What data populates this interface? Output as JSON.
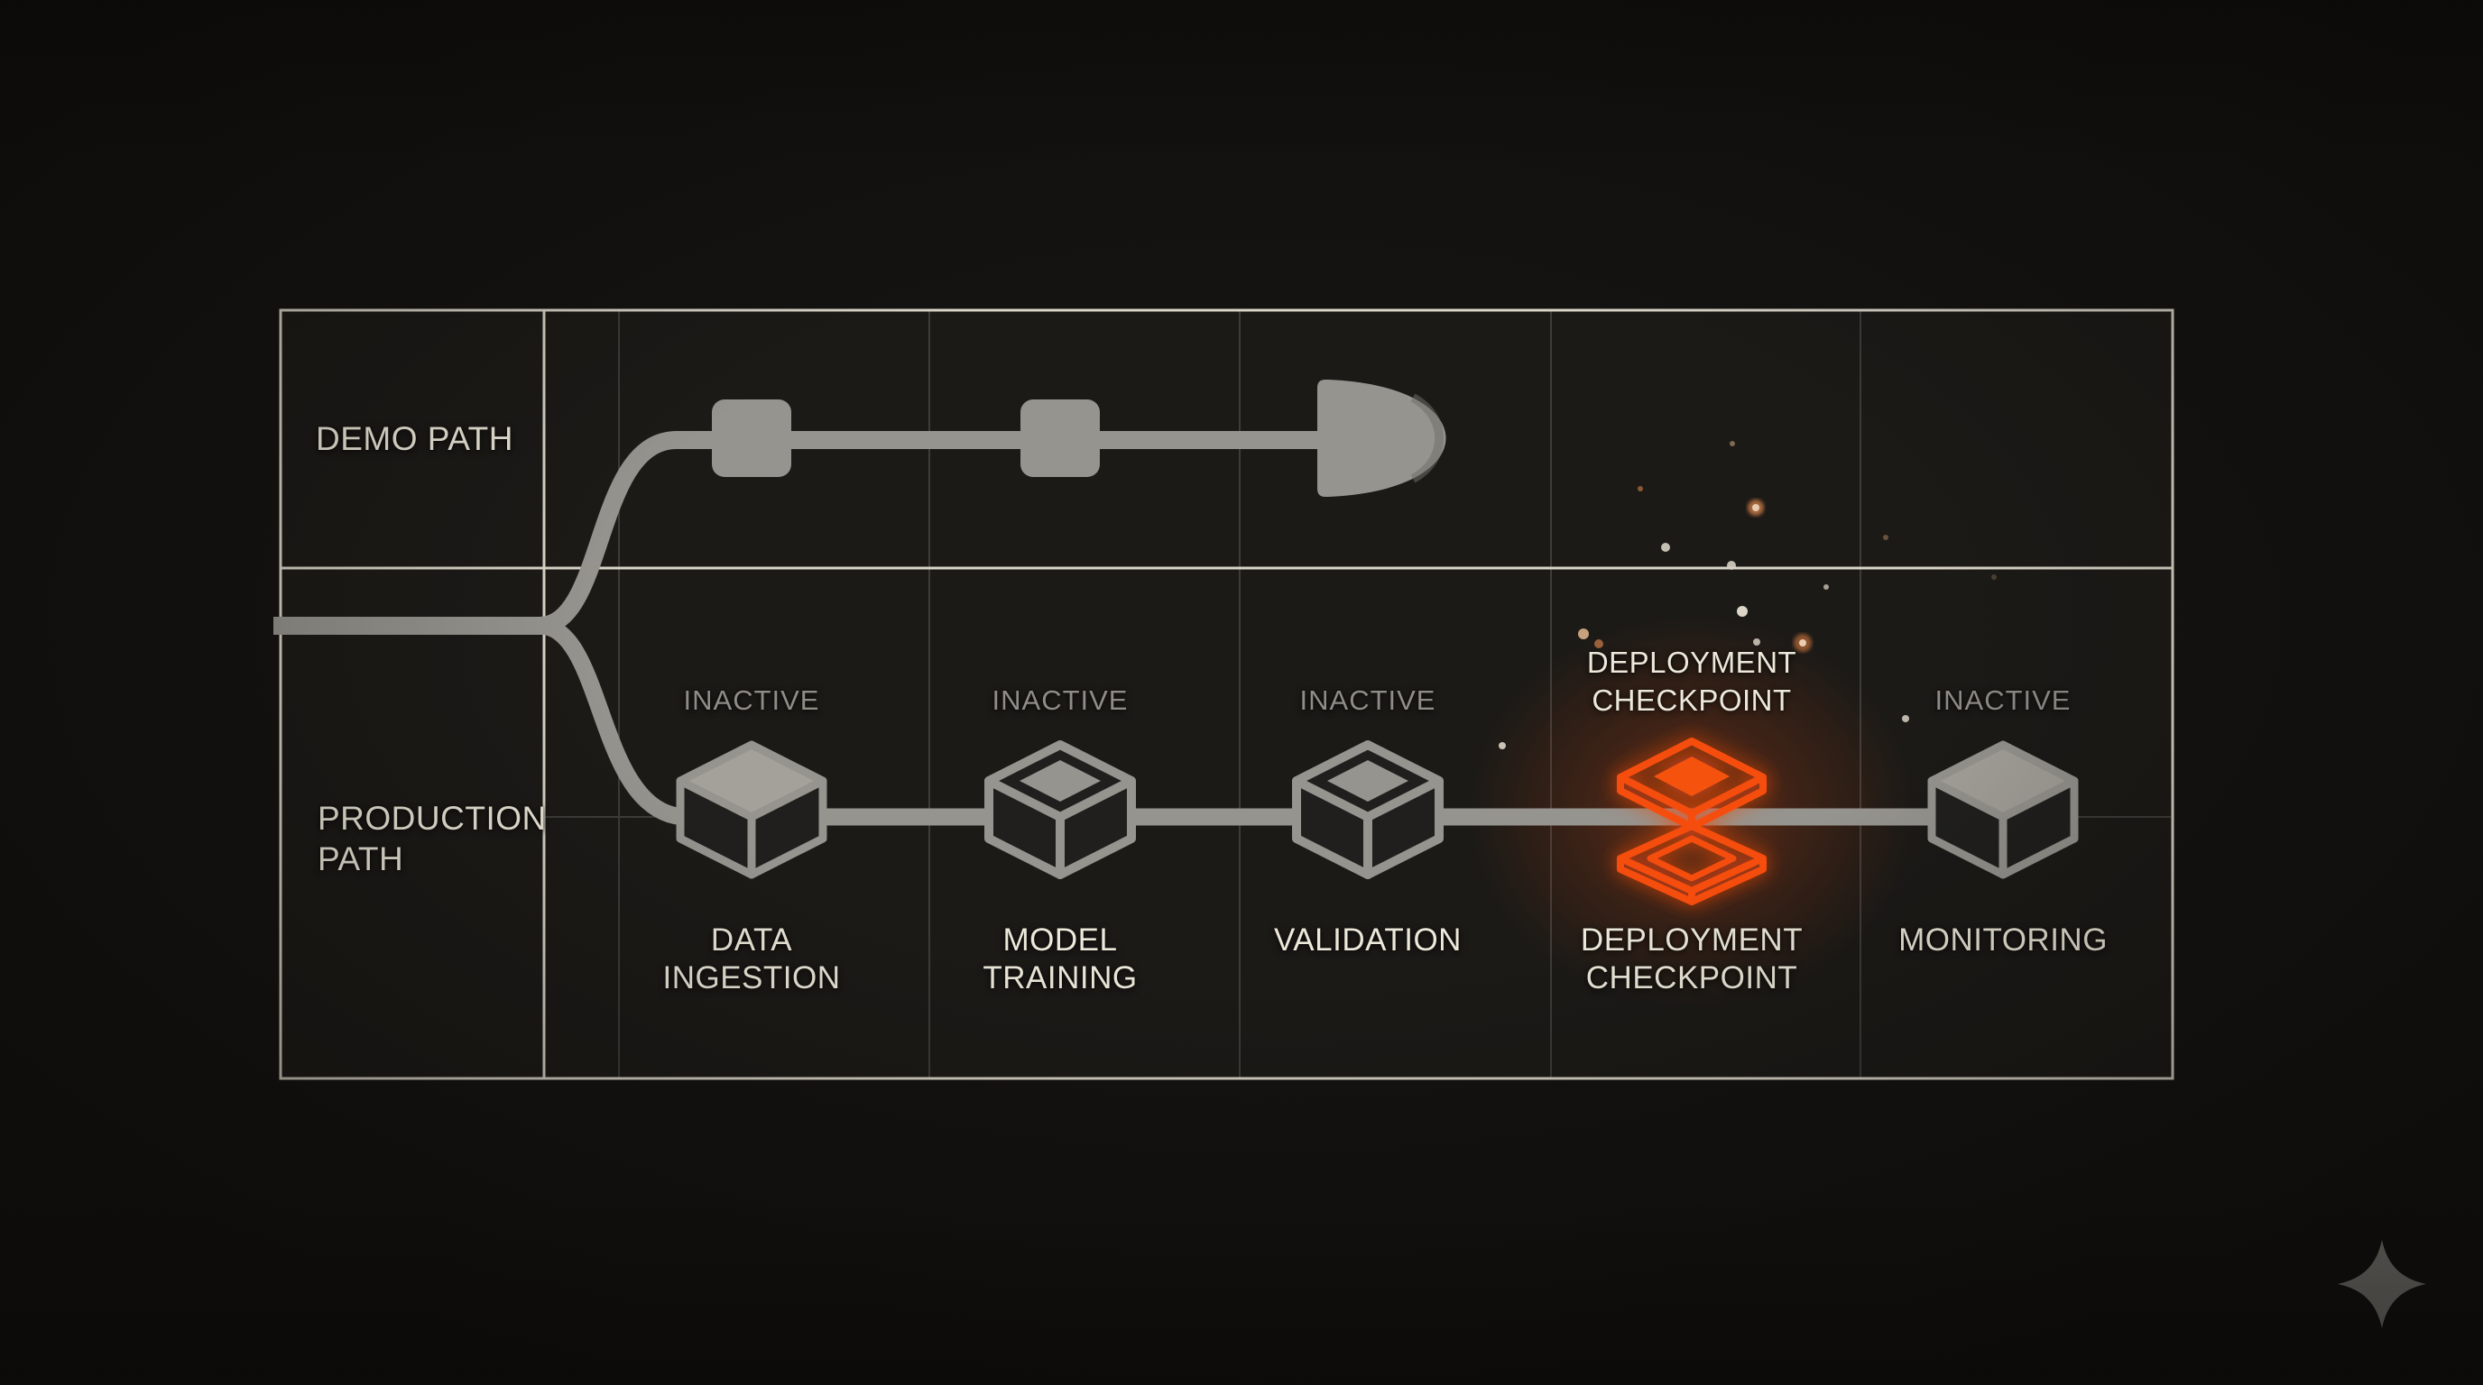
{
  "rows": {
    "demo_label": "DEMO PATH",
    "production_label": "PRODUCTION PATH"
  },
  "demo_nodes": [
    "square-node",
    "square-node",
    "dome-terminator"
  ],
  "stages": [
    {
      "name": "DATA INGESTION",
      "status": "INACTIVE",
      "icon": "cube-solid-icon",
      "active": false
    },
    {
      "name": "MODEL TRAINING",
      "status": "INACTIVE",
      "icon": "cube-outline-icon",
      "active": false
    },
    {
      "name": "VALIDATION",
      "status": "INACTIVE",
      "icon": "cube-outline-icon",
      "active": false
    },
    {
      "name": "DEPLOYMENT CHECKPOINT",
      "status": "DEPLOYMENT CHECKPOINT",
      "icon": "checkpoint-glow-icon",
      "active": true
    },
    {
      "name": "MONITORING",
      "status": "INACTIVE",
      "icon": "cube-solid-icon",
      "active": false
    }
  ],
  "colors": {
    "background": "#151311",
    "panel": "#1c1a17",
    "grid_bright": "#d9d6c8",
    "grid_faint": "#3e3c39",
    "pipe": "#96948e",
    "node_top": "#a3a19a",
    "node_dark_face": "#201f1d",
    "text_cream": "#ece8da",
    "text_gray": "#8f8d86",
    "accent_orange": "#f54d0d",
    "accent_orange_fill": "#f5530f"
  }
}
